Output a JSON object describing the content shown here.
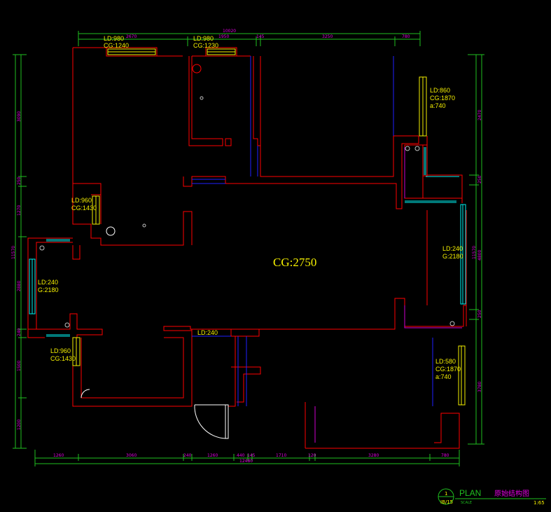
{
  "center_label": "CG:2750",
  "windows": {
    "top_left": {
      "ld": "LD:980",
      "cg": "CG:1240"
    },
    "top_mid": {
      "ld": "LD:980",
      "cg": "CG:1230"
    },
    "right_top": {
      "ld": "LD:860",
      "cg": "CG:1870",
      "a": "a:740"
    },
    "left_upper": {
      "ld": "LD:960",
      "cg": "CG:1430"
    },
    "left_mid": {
      "ld": "LD:240",
      "cg": "G:2180"
    },
    "right_mid": {
      "ld": "LD:240",
      "cg": "G:2180"
    },
    "left_lower": {
      "ld": "LD:960",
      "cg": "CG:1430"
    },
    "mid_lower": {
      "ld": "LD:240"
    },
    "right_lower": {
      "ld": "LD:580",
      "cg": "CG:1870",
      "a": "a:740"
    }
  },
  "dims": {
    "top": [
      "2670",
      "1950",
      "145",
      "3250",
      "780"
    ],
    "top_total": "10020",
    "bottom": [
      "1260",
      "3060",
      "240",
      "1260",
      "440",
      "145",
      "1710",
      "120",
      "3280",
      "780"
    ],
    "bottom_total": "12480",
    "left": [
      "3090",
      "250",
      "1270",
      "2880",
      "240",
      "1500",
      "1200"
    ],
    "left_total": "11570",
    "right": [
      "2470",
      "250",
      "4800",
      "250",
      "3780"
    ],
    "right_total": "11570"
  },
  "title_block": {
    "plan": "PLAN",
    "name": "原始结构图",
    "circle_num": "1",
    "circle_sub": "IB/15",
    "scale_label": "SCALE",
    "scale": "1:65"
  }
}
